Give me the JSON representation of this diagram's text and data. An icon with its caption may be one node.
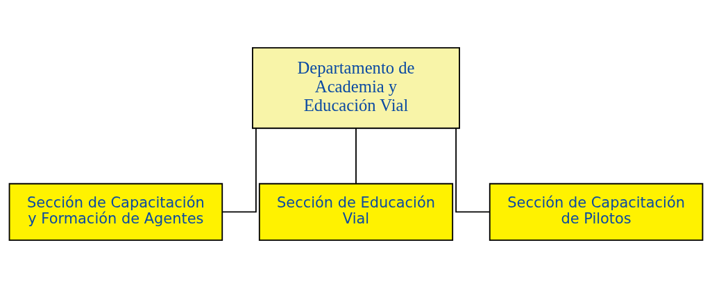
{
  "diagram": {
    "nodes": [
      {
        "text": [
          "Departamento de Academia y Educación Vial"
        ]
      },
      {
        "text": [
          "Sección de Capacitación y Formación de Agentes"
        ]
      },
      {
        "text": [
          "Sección de Educación Vial"
        ]
      },
      {
        "text": [
          "Sección de Capacitación de Pilotos"
        ]
      }
    ],
    "edges": [
      {
        "from": 0,
        "to": 1,
        "arrow": "none"
      },
      {
        "from": 0,
        "to": 2,
        "arrow": "none"
      },
      {
        "from": 0,
        "to": 3,
        "arrow": "none"
      }
    ]
  }
}
